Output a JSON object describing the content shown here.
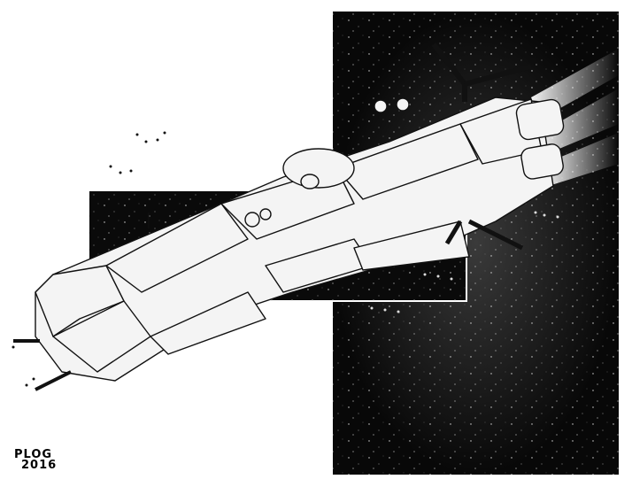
{
  "artwork": {
    "subject": "spaceship-illustration",
    "signature": {
      "line1": "PLOG",
      "line2": "2016"
    },
    "colors": {
      "space": "#0a0a0a",
      "hull": "#f4f4f4",
      "ink": "#111111",
      "frame": "#ffffff",
      "exhaust": "#e8e8e8"
    }
  }
}
